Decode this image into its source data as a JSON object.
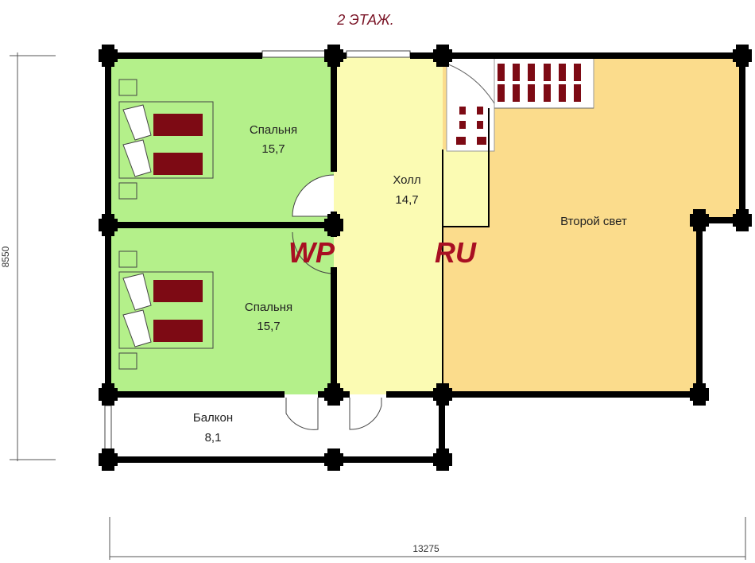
{
  "title": "2 ЭТАЖ.",
  "rooms": [
    {
      "name": "Спальня",
      "area": "15,7"
    },
    {
      "name": "Спальня",
      "area": "15,7"
    },
    {
      "name": "Холл",
      "area": "14,7"
    },
    {
      "name": "Второй свет"
    },
    {
      "name": "Балкон",
      "area": "8,1"
    }
  ],
  "dimensions": {
    "width": "13275",
    "height": "8550"
  },
  "watermark": {
    "left": "WP",
    "right": "RU"
  },
  "colors": {
    "bedroom": "#b4f08a",
    "hall": "#fbfbb3",
    "second_light": "#fbdc8c",
    "wall": "#000000",
    "furniture": "#7d0a14",
    "watermark": "#a80f22",
    "title": "#7a1426"
  }
}
